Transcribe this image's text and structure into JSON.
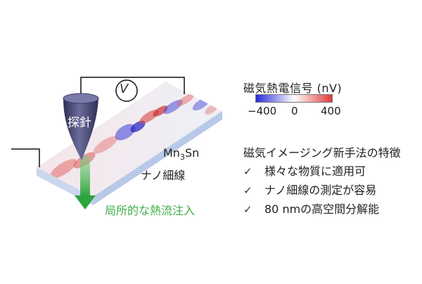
{
  "colorbar": {
    "title": "磁気熱電信号 (nV)",
    "min_label": "−400",
    "mid_label": "0",
    "max_label": "400",
    "colors": {
      "negative": "#2b2bd8",
      "zero": "#ffffff",
      "positive": "#e03a3a"
    }
  },
  "diagram": {
    "probe_label": "探針",
    "voltmeter_label": "V",
    "material_prefix": "Mn",
    "material_subscript": "3",
    "material_suffix": "Sn",
    "nanowire_label": "ナノ細線",
    "heat_flow_label": "局所的な熱流注入",
    "colors": {
      "heat_arrow": "#3fae49",
      "probe": "#4a4a7a",
      "wire": "#c8d8f0"
    }
  },
  "features": {
    "title": "磁気イメージング新手法の特徴",
    "items": [
      "様々な物質に適用可",
      "ナノ細線の測定が容易",
      "80 nmの高空間分解能"
    ],
    "check_symbol": "✓"
  }
}
